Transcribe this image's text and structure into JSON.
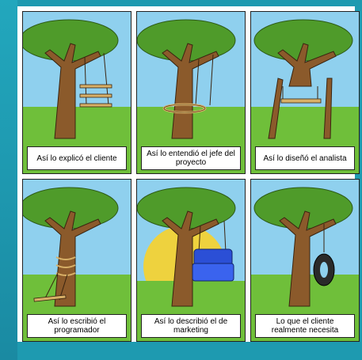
{
  "panels": [
    {
      "caption": "Así lo explicó el cliente",
      "scene": "triple-seat-swing"
    },
    {
      "caption": "Así lo entendió el jefe del proyecto",
      "scene": "plank-around-trunk"
    },
    {
      "caption": "Así lo diseñó el analista",
      "scene": "seat-under-cut-trunk"
    },
    {
      "caption": "Así lo escribió el programador",
      "scene": "swing-tied-to-trunk"
    },
    {
      "caption": "Así lo describió el de marketing",
      "scene": "armchair-swing-sunburst"
    },
    {
      "caption": "Lo que el cliente realmente necesita",
      "scene": "tire-swing"
    }
  ],
  "colors": {
    "sky": "#8fd0ee",
    "grass": "#6fbf3a",
    "foliage": "#4f9b2a",
    "trunk": "#8b5a2b",
    "armchair": "#2b4fd6",
    "sun": "#ffd21e"
  }
}
